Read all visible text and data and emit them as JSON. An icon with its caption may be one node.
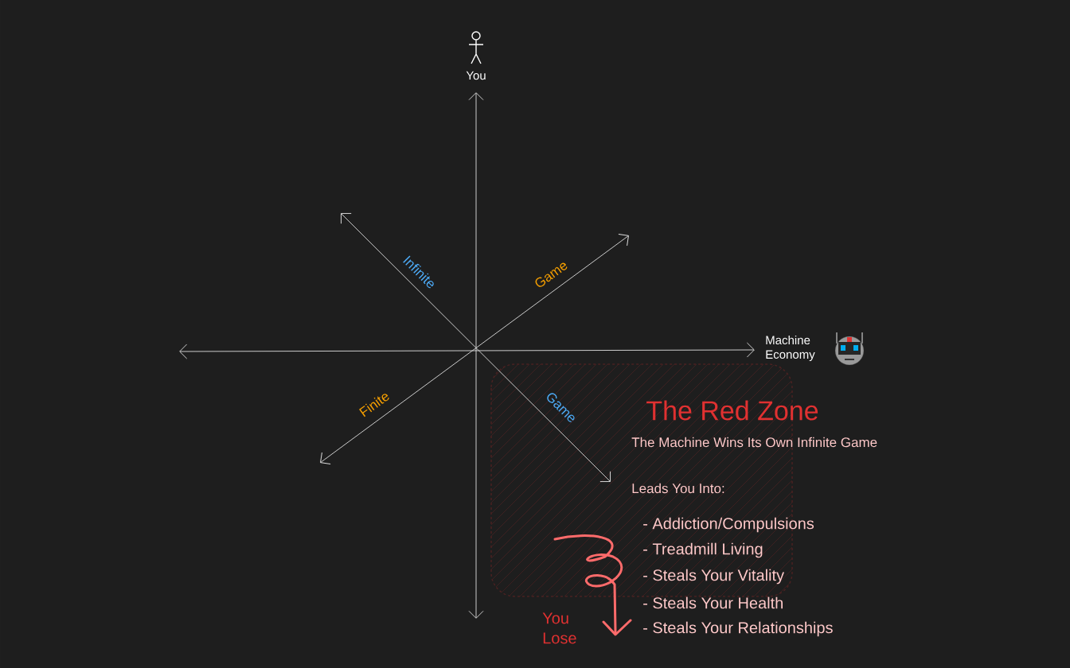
{
  "diagram": {
    "labels": [
      "You",
      "Infinite",
      "Game",
      "Machine Economy",
      "Finite",
      "Game",
      "The Red Zone",
      "The Machine Wins Its Own Infinite Game",
      "Leads You Into:",
      "- Addiction/Compulsions",
      "- Treadmill Living",
      "- Steals Your Vitality",
      "- Steals Your Health",
      "- Steals Your Relationships",
      "You Lose"
    ]
  }
}
